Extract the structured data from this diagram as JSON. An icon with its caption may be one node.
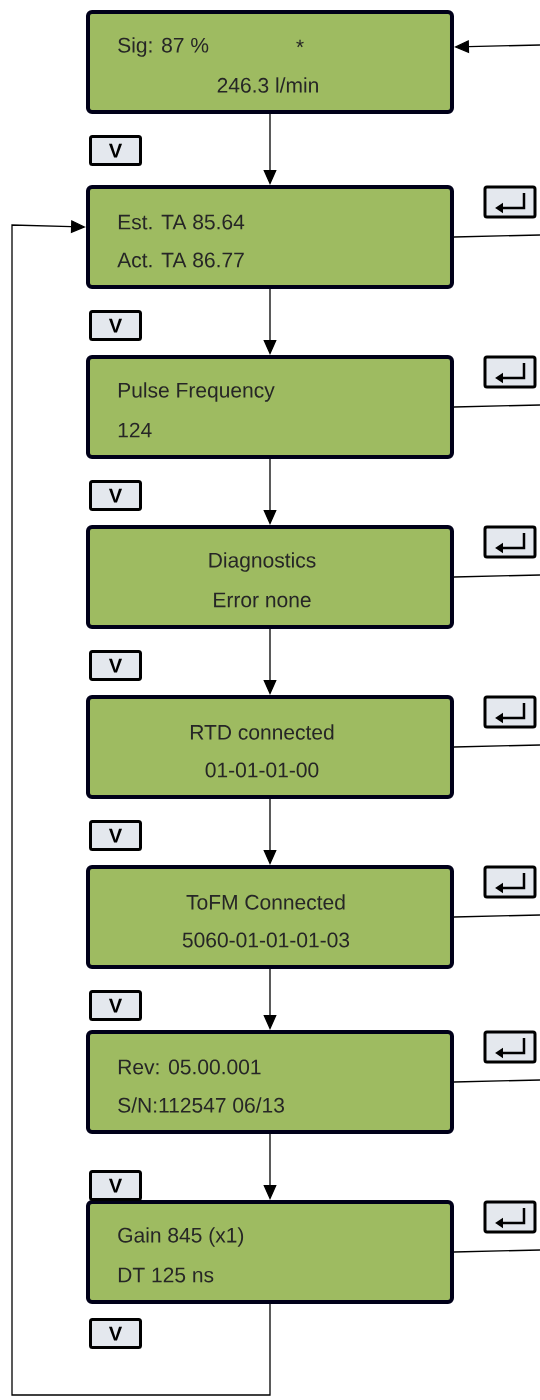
{
  "diagram": {
    "nodes": [
      {
        "text": [
          "Sig: 87 %",
          "*",
          "246.3 l/min"
        ]
      },
      {
        "text": [
          "Est. TA 85.64",
          "Act. TA 86.77"
        ]
      },
      {
        "text": [
          "Pulse Frequency",
          "124"
        ]
      },
      {
        "text": [
          "Diagnostics",
          "Error none"
        ]
      },
      {
        "text": [
          "RTD connected",
          "01-01-01-00"
        ]
      },
      {
        "text": [
          "ToFM Connected",
          "5060-01-01-01-03"
        ]
      },
      {
        "text": [
          "Rev: 05.00.001",
          "S/N:112547 06/13"
        ]
      },
      {
        "text": [
          "Gain 845 (x1)",
          "DT 125 ns"
        ]
      }
    ],
    "edges": [
      {
        "from": null,
        "to": 0,
        "arrow": "to"
      },
      {
        "from": 0,
        "to": 1,
        "arrow": "to"
      },
      {
        "from": 1,
        "to": 2,
        "arrow": "to"
      },
      {
        "from": 2,
        "to": 3,
        "arrow": "to"
      },
      {
        "from": 3,
        "to": 4,
        "arrow": "to"
      },
      {
        "from": 4,
        "to": 5,
        "arrow": "to"
      },
      {
        "from": 5,
        "to": 6,
        "arrow": "to"
      },
      {
        "from": 6,
        "to": 7,
        "arrow": "to"
      },
      {
        "from": 7,
        "to": 1,
        "arrow": "to"
      },
      {
        "from": 1,
        "to": null,
        "arrow": "none"
      },
      {
        "from": 2,
        "to": null,
        "arrow": "none"
      },
      {
        "from": 3,
        "to": null,
        "arrow": "none"
      },
      {
        "from": 4,
        "to": null,
        "arrow": "none"
      },
      {
        "from": 5,
        "to": null,
        "arrow": "none"
      },
      {
        "from": 6,
        "to": null,
        "arrow": "none"
      },
      {
        "from": 7,
        "to": null,
        "arrow": "none"
      }
    ],
    "labels": [
      "V",
      "V",
      "V",
      "V",
      "V",
      "V",
      "V",
      "V"
    ]
  }
}
